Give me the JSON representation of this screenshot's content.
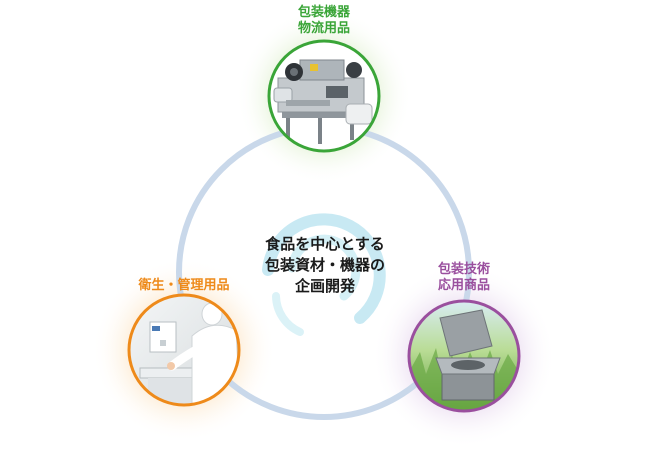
{
  "center": {
    "lines": [
      "食品を中心とする",
      "包装資材・機器の",
      "企画開発"
    ]
  },
  "nodes": [
    {
      "id": "packaging-machinery",
      "lines": [
        "包装機器",
        "物流用品"
      ],
      "color": "#3aa538"
    },
    {
      "id": "hygiene-management",
      "lines": [
        "衛生・管理用品"
      ],
      "color": "#ee8a1a"
    },
    {
      "id": "packaging-tech",
      "lines": [
        "包装技術",
        "応用商品"
      ],
      "color": "#9a4f9e"
    }
  ],
  "colors": {
    "ring": "#c9d8ea",
    "swirl": "#bfe6f2",
    "green": "#3aa538",
    "orange": "#ee8a1a",
    "purple": "#9a4f9e"
  }
}
